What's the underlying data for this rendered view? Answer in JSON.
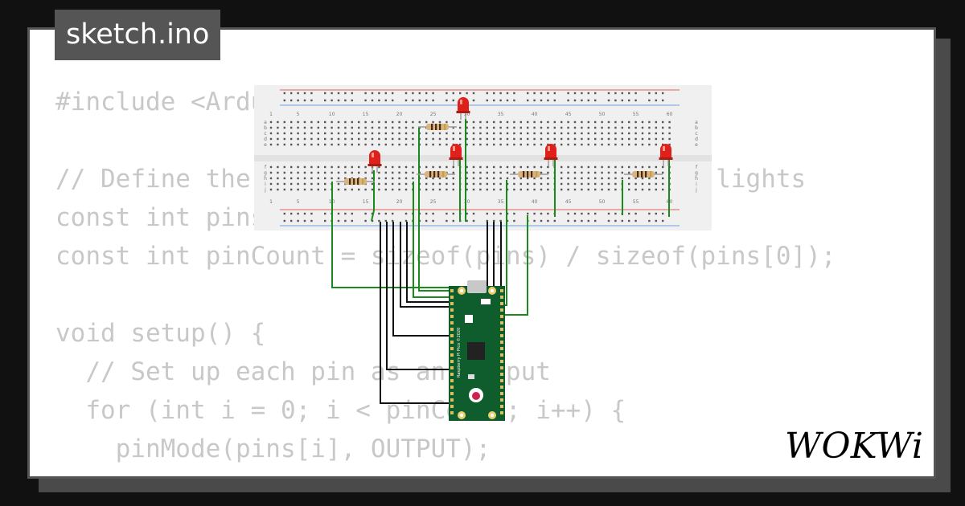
{
  "tab": {
    "title": "sketch.ino"
  },
  "code_lines": [
    "#include <Arduino.h>",
    "",
    "// Define the pins connected to the traffic lights",
    "const int pins[] = {16, 17, 18, 19, 20, 21};",
    "const int pinCount = sizeof(pins) / sizeof(pins[0]);",
    "",
    "void setup() {",
    "  // Set up each pin as an output",
    "  for (int i = 0; i < pinCount; i++) {",
    "    pinMode(pins[i], OUTPUT);",
    "  }"
  ],
  "breadboard": {
    "column_numbers": [
      "1",
      "5",
      "10",
      "15",
      "20",
      "25",
      "30",
      "35",
      "40",
      "45",
      "50",
      "55",
      "60"
    ],
    "row_letters_top": [
      "a",
      "b",
      "c",
      "d",
      "e"
    ],
    "row_letters_bottom": [
      "f",
      "g",
      "h",
      "i",
      "j"
    ]
  },
  "board": {
    "silkscreen": "Raspberry Pi Pico ©2020"
  },
  "brand": {
    "logo": "WOKWi"
  },
  "colors": {
    "background": "#111111",
    "card": "#ffffff",
    "tab": "#555555",
    "code_text": "#c8c8c8",
    "wire_green": "#1a8a1a",
    "wire_black": "#111111",
    "led_red": "#e0201a",
    "pico_green": "#0f5c2c"
  }
}
